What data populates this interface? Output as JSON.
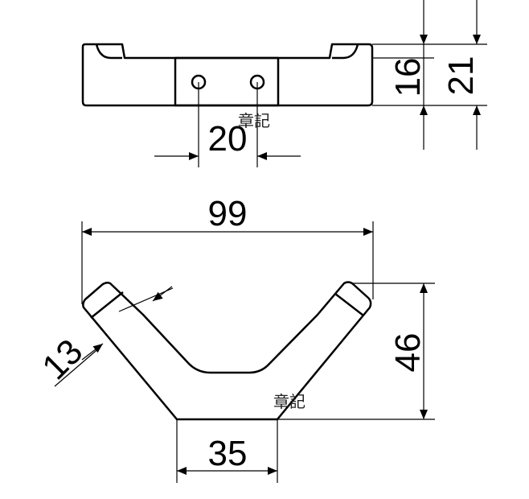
{
  "dimensions": {
    "top_height_inner": "16",
    "top_height_outer": "21",
    "hole_spacing": "20",
    "overall_width": "99",
    "arm_width": "13",
    "overall_height": "46",
    "base_width": "35"
  },
  "watermarks": [
    "章記",
    "章記"
  ],
  "colors": {
    "line": "#000000",
    "background": "#ffffff"
  }
}
